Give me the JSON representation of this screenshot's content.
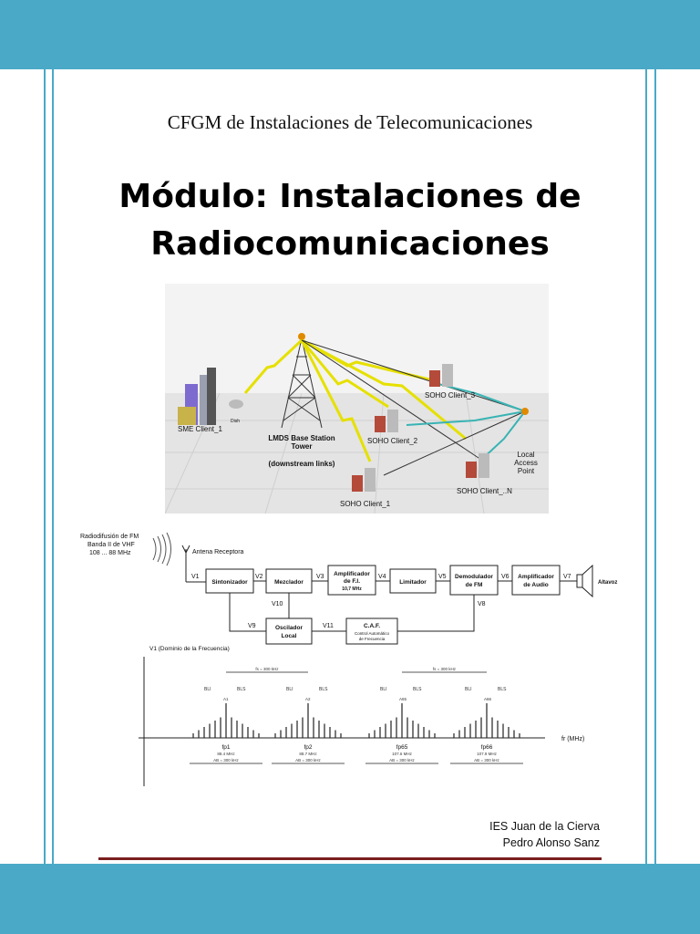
{
  "header": {
    "subtitle": "CFGM de Instalaciones de Telecomunicaciones"
  },
  "title": {
    "line1": "Módulo: Instalaciones de",
    "line2": "Radiocomunicaciones"
  },
  "network_diagram": {
    "labels": {
      "sme": "SME Client_1",
      "dish": "Dish",
      "tower": "LMDS Base Station",
      "tower2": "Tower",
      "downstream": "(downstream links)",
      "soho3": "SOHO Client_3",
      "soho2": "SOHO Client_2",
      "soho1": "SOHO Client_1",
      "sohon": "SOHO Client_..N",
      "ap1": "Local",
      "ap2": "Access",
      "ap3": "Point"
    }
  },
  "receiver_diagram": {
    "source": {
      "line1": "Radiodifusión de FM",
      "line2": "Banda II de VHF",
      "line3": "108 ... 88 MHz"
    },
    "antenna": "Antena Receptora",
    "blocks": {
      "sintonizador": "Sintonizador",
      "mezclador": "Mezclador",
      "amp_fi_1": "Amplificador",
      "amp_fi_2": "de F.I.",
      "amp_fi_3": "10,7 MHz",
      "limitador": "Limitador",
      "demod_1": "Demodulador",
      "demod_2": "de FM",
      "amp_audio_1": "Amplificador",
      "amp_audio_2": "de Audio",
      "altavoz": "Altavoz",
      "osc_1": "Oscilador",
      "osc_2": "Local",
      "caf_1": "C.A.F.",
      "caf_2": "Control Automático",
      "caf_3": "de Frecuencia"
    },
    "signals": {
      "v1": "V1",
      "v2": "V2",
      "v3": "V3",
      "v4": "V4",
      "v5": "V5",
      "v6": "V6",
      "v7": "V7",
      "v8": "V8",
      "v9": "V9",
      "v10": "V10",
      "v11": "V11"
    }
  },
  "spectrum": {
    "title": "V1 (Dominio de la Frecuencia)",
    "axis_label": "fr (MHz)",
    "fs": "fs = 300 kHz",
    "bli": "BLI",
    "bls": "BLS",
    "ab": "AB = 300 kHz",
    "channels": [
      {
        "name": "fp1",
        "freq": "88.4 MHz",
        "carrier": "A1"
      },
      {
        "name": "fp2",
        "freq": "88.7 MHz",
        "carrier": "A2"
      },
      {
        "name": "fp65",
        "freq": "107.6 MHz",
        "carrier": "A65"
      },
      {
        "name": "fp66",
        "freq": "107.9 MHz",
        "carrier": "A66"
      }
    ]
  },
  "authors": {
    "line1": "IES Juan de la Cierva",
    "line2": "Pedro Alonso Sanz"
  },
  "colors": {
    "band": "#4aa9c6",
    "rule": "#7a1f1f"
  }
}
